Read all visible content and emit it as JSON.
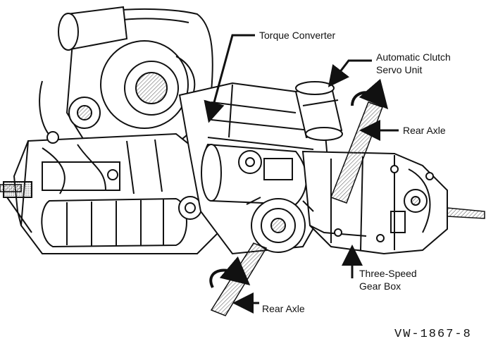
{
  "labels": {
    "torque_converter": "Torque Converter",
    "clutch_servo_line1": "Automatic Clutch",
    "clutch_servo_line2": "Servo Unit",
    "rear_axle_upper": "Rear Axle",
    "gear_box_line1": "Three-Speed",
    "gear_box_line2": "Gear Box",
    "rear_axle_lower": "Rear Axle"
  },
  "figure_id": "VW-1867-8",
  "colors": {
    "ink": "#111111",
    "paper": "#ffffff",
    "shade": "#bdbdbd"
  }
}
